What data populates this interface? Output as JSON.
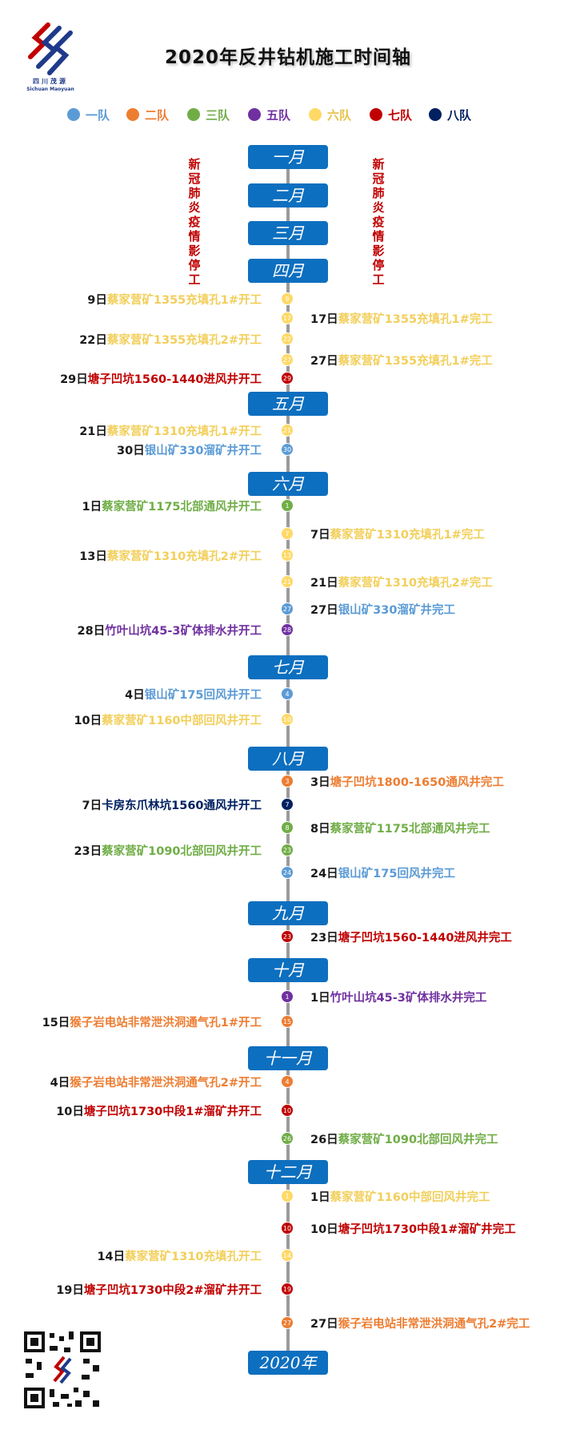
{
  "title": "2020年反井钻机施工时间轴",
  "logo": {
    "name_cn": "四川茂源",
    "name_en": "Sichuan Maoyuan"
  },
  "legend": [
    {
      "label": "一队",
      "color": "#5b9bd5"
    },
    {
      "label": "二队",
      "color": "#ed7d31"
    },
    {
      "label": "三队",
      "color": "#70ad47"
    },
    {
      "label": "五队",
      "color": "#7030a0"
    },
    {
      "label": "六队",
      "color": "#ffd966"
    },
    {
      "label": "七队",
      "color": "#c00000"
    },
    {
      "label": "八队",
      "color": "#002060"
    }
  ],
  "side_note": "新冠肺炎疫情影停工",
  "months": [
    {
      "label": "一月"
    },
    {
      "label": "二月"
    },
    {
      "label": "三月"
    },
    {
      "label": "四月"
    },
    {
      "label": "五月"
    },
    {
      "label": "六月"
    },
    {
      "label": "七月"
    },
    {
      "label": "八月"
    },
    {
      "label": "九月"
    },
    {
      "label": "十月"
    },
    {
      "label": "十一月"
    },
    {
      "label": "十二月"
    },
    {
      "label": "2020年"
    }
  ],
  "events": [
    {
      "day": "9日",
      "text": "蔡家营矿1355充填孔1#开工",
      "num": "9",
      "team": "六队",
      "side": "left"
    },
    {
      "day": "17日",
      "text": "蔡家营矿1355充填孔1#完工",
      "num": "17",
      "team": "六队",
      "side": "right"
    },
    {
      "day": "22日",
      "text": "蔡家营矿1355充填孔2#开工",
      "num": "22",
      "team": "六队",
      "side": "left"
    },
    {
      "day": "27日",
      "text": "蔡家营矿1355充填孔1#完工",
      "num": "27",
      "team": "六队",
      "side": "right"
    },
    {
      "day": "29日",
      "text": "塘子凹坑1560-1440进风井开工",
      "num": "29",
      "team": "七队",
      "side": "left"
    },
    {
      "day": "21日",
      "text": "蔡家营矿1310充填孔1#开工",
      "num": "21",
      "team": "六队",
      "side": "left"
    },
    {
      "day": "30日",
      "text": "银山矿330溜矿井开工",
      "num": "30",
      "team": "一队",
      "side": "left"
    },
    {
      "day": "1日",
      "text": "蔡家营矿1175北部通风井开工",
      "num": "1",
      "team": "三队",
      "side": "left"
    },
    {
      "day": "7日",
      "text": "蔡家营矿1310充填孔1#完工",
      "num": "7",
      "team": "六队",
      "side": "right"
    },
    {
      "day": "13日",
      "text": "蔡家营矿1310充填孔2#开工",
      "num": "13",
      "team": "六队",
      "side": "left"
    },
    {
      "day": "21日",
      "text": "蔡家营矿1310充填孔2#完工",
      "num": "21",
      "team": "六队",
      "side": "right"
    },
    {
      "day": "27日",
      "text": "银山矿330溜矿井完工",
      "num": "27",
      "team": "一队",
      "side": "right"
    },
    {
      "day": "28日",
      "text": "竹叶山坑45-3矿体排水井开工",
      "num": "28",
      "team": "五队",
      "side": "left"
    },
    {
      "day": "4日",
      "text": "银山矿175回风井开工",
      "num": "4",
      "team": "一队",
      "side": "left"
    },
    {
      "day": "10日",
      "text": "蔡家营矿1160中部回风井开工",
      "num": "10",
      "team": "六队",
      "side": "left"
    },
    {
      "day": "3日",
      "text": "塘子凹坑1800-1650通风井完工",
      "num": "3",
      "team": "二队",
      "side": "right"
    },
    {
      "day": "7日",
      "text": "卡房东爪林坑1560通风井开工",
      "num": "7",
      "team": "八队",
      "side": "left"
    },
    {
      "day": "8日",
      "text": "蔡家营矿1175北部通风井完工",
      "num": "8",
      "team": "三队",
      "side": "right"
    },
    {
      "day": "23日",
      "text": "蔡家营矿1090北部回风井开工",
      "num": "23",
      "team": "三队",
      "side": "left"
    },
    {
      "day": "24日",
      "text": "银山矿175回风井完工",
      "num": "24",
      "team": "一队",
      "side": "right"
    },
    {
      "day": "23日",
      "text": "塘子凹坑1560-1440进风井完工",
      "num": "23",
      "team": "七队",
      "side": "right"
    },
    {
      "day": "1日",
      "text": "竹叶山坑45-3矿体排水井完工",
      "num": "1",
      "team": "五队",
      "side": "right"
    },
    {
      "day": "15日",
      "text": "猴子岩电站非常泄洪洞通气孔1#开工",
      "num": "15",
      "team": "二队",
      "side": "left"
    },
    {
      "day": "4日",
      "text": "猴子岩电站非常泄洪洞通气孔2#开工",
      "num": "4",
      "team": "二队",
      "side": "left"
    },
    {
      "day": "10日",
      "text": "塘子凹坑1730中段1#溜矿井开工",
      "num": "10",
      "team": "七队",
      "side": "left"
    },
    {
      "day": "26日",
      "text": "蔡家营矿1090北部回风井完工",
      "num": "26",
      "team": "三队",
      "side": "right"
    },
    {
      "day": "1日",
      "text": "蔡家营矿1160中部回风井完工",
      "num": "1",
      "team": "六队",
      "side": "right"
    },
    {
      "day": "10日",
      "text": "塘子凹坑1730中段1#溜矿井完工",
      "num": "10",
      "team": "七队",
      "side": "right"
    },
    {
      "day": "14日",
      "text": "蔡家营矿1310充填孔开工",
      "num": "14",
      "team": "六队",
      "side": "left"
    },
    {
      "day": "19日",
      "text": "塘子凹坑1730中段2#溜矿井开工",
      "num": "19",
      "team": "七队",
      "side": "left"
    },
    {
      "day": "27日",
      "text": "猴子岩电站非常泄洪洞通气孔2#完工",
      "num": "27",
      "team": "二队",
      "side": "right"
    }
  ]
}
